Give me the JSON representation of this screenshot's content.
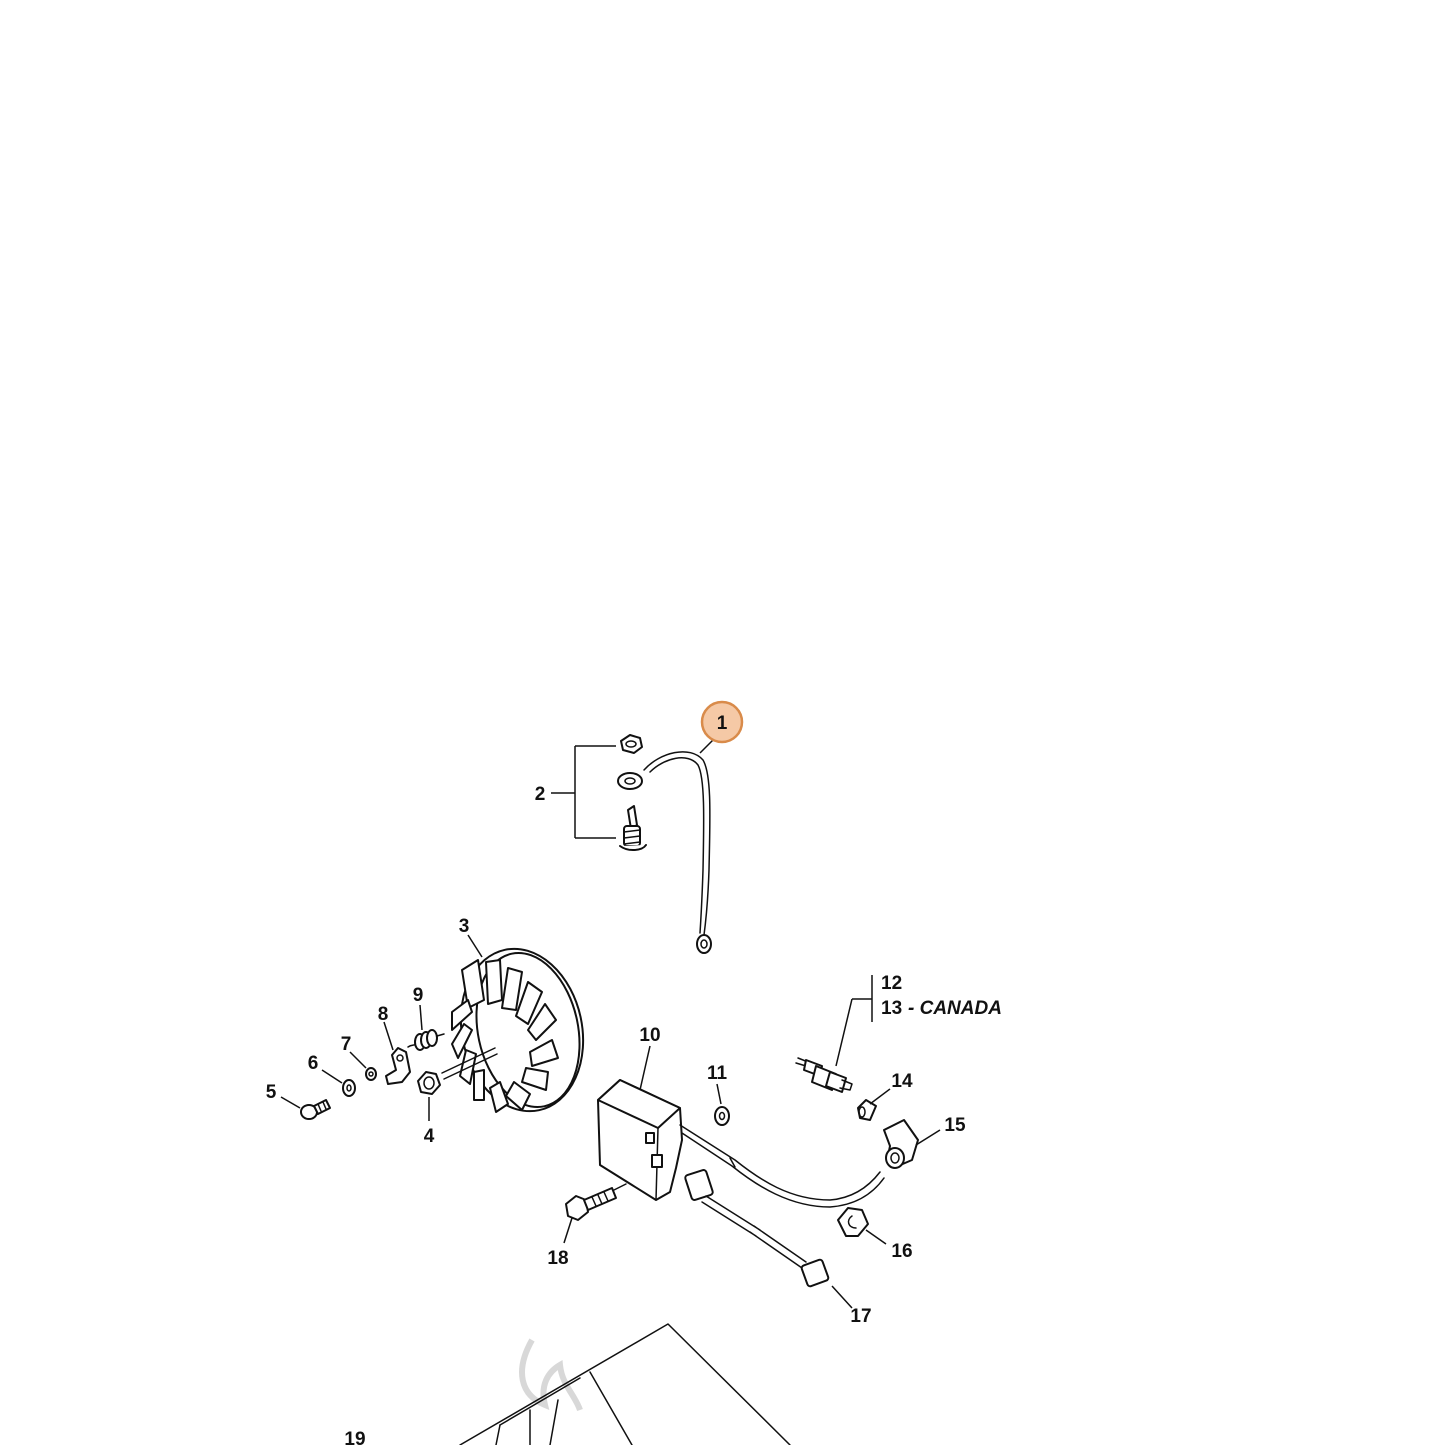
{
  "diagram": {
    "labels": {
      "p1": "1",
      "p2": "2",
      "p3": "3",
      "p4": "4",
      "p5": "5",
      "p6": "6",
      "p7": "7",
      "p8": "8",
      "p9": "9",
      "p10": "10",
      "p11": "11",
      "p12": "12",
      "p13": "13",
      "p13_note": "- CANADA",
      "p14": "14",
      "p15": "15",
      "p16": "16",
      "p17": "17",
      "p18": "18",
      "p19": "19"
    },
    "highlight": {
      "part": "1",
      "fill": "#f5c9a6",
      "stroke": "#d98b4a"
    }
  }
}
